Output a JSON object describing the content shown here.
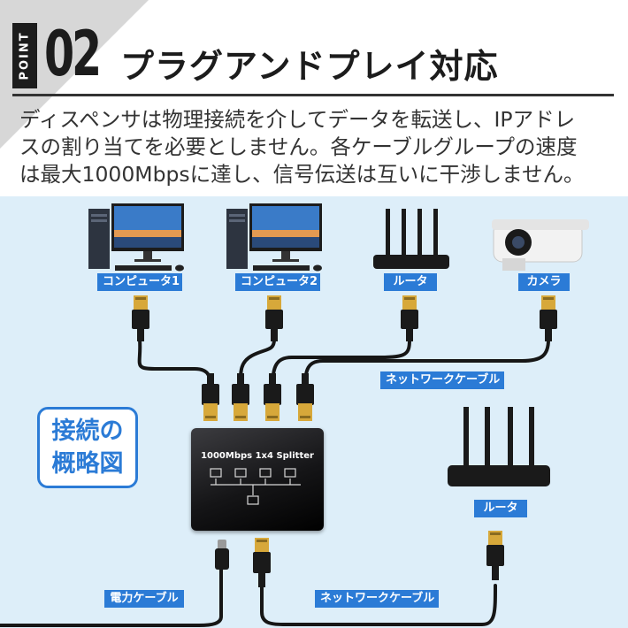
{
  "header": {
    "point_label": "POINT",
    "number": "02",
    "title": "プラグアンドプレイ対応"
  },
  "description": [
    "ディスペンサは物理接続を介してデータを転送し、IPアドレ",
    "スの割り当てを必要としません。各ケーブルグループの速度",
    "は最大1000Mbpsに達し、信号伝送は互いに干渉しません。"
  ],
  "diagram": {
    "labels": {
      "computer1": "コンピュータ1",
      "computer2": "コンピュータ2",
      "router_top": "ルータ",
      "camera": "カメラ",
      "network_cable_top": "ネットワークケーブル",
      "router_right": "ルータ",
      "power_cable": "電力ケーブル",
      "network_cable_bottom": "ネットワークケーブル"
    },
    "concept_box": [
      "接続の",
      "概略図"
    ],
    "splitter_label": "1000Mbps 1x4 Splitter"
  },
  "colors": {
    "accent": "#2b7bd6",
    "diagram_bg": "#ddeef9",
    "header_dark": "#1c1c1c",
    "connector_gold": "#d7a83a"
  },
  "icons": [
    "monitor-icon",
    "pc-tower-icon",
    "keyboard-icon",
    "mouse-icon",
    "router-icon",
    "camera-icon",
    "rj45-plug-icon",
    "usb-c-plug-icon",
    "network-node-icon"
  ]
}
